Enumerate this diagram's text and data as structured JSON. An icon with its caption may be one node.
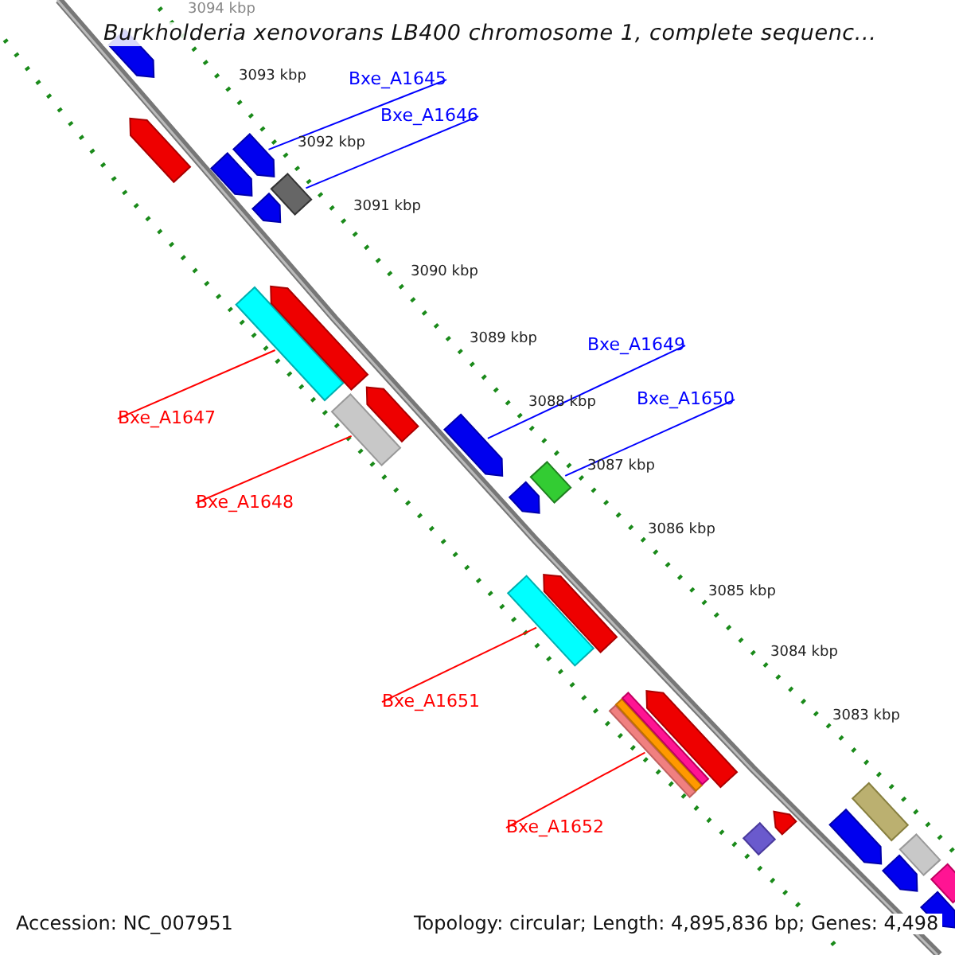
{
  "diagram": {
    "title": "Burkholderia xenovorans LB400 chromosome 1, complete sequenc...",
    "nodes": [
      {
        "text": [
          "Bxe_A1645"
        ]
      },
      {
        "text": [
          "Bxe_A1646"
        ]
      },
      {
        "text": [
          "Bxe_A1647"
        ]
      },
      {
        "text": [
          "Bxe_A1648"
        ]
      },
      {
        "text": [
          "Bxe_A1649"
        ]
      },
      {
        "text": [
          "Bxe_A1650"
        ]
      },
      {
        "text": [
          "Bxe_A1651"
        ]
      },
      {
        "text": [
          "Bxe_A1652"
        ]
      },
      {
        "text": [],
        "shape": "arrow"
      },
      {
        "text": [],
        "shape": "box"
      },
      {
        "text": [],
        "shape": "bar"
      },
      {
        "text": [],
        "shape": "bar"
      },
      {
        "text": [],
        "shape": "arrow"
      },
      {
        "text": [],
        "shape": "box"
      },
      {
        "text": [],
        "shape": "bar"
      },
      {
        "text": [],
        "shape": "bar"
      },
      {
        "text": [],
        "shape": "arrow"
      },
      {
        "text": [],
        "shape": "arrow"
      },
      {
        "text": [],
        "shape": "arrow"
      },
      {
        "text": [],
        "shape": "arrow"
      },
      {
        "text": [],
        "shape": "arrow"
      },
      {
        "text": [],
        "shape": "arrow"
      },
      {
        "text": [],
        "shape": "arrow"
      },
      {
        "text": [],
        "shape": "arrow"
      },
      {
        "text": [],
        "shape": "arrow"
      },
      {
        "text": [],
        "shape": "arrow"
      },
      {
        "text": [],
        "shape": "diamond"
      },
      {
        "text": [],
        "shape": "arrow"
      },
      {
        "text": [],
        "shape": "arrow"
      },
      {
        "text": [],
        "shape": "arrow"
      },
      {
        "text": [],
        "shape": "bar"
      },
      {
        "text": [],
        "shape": "box"
      },
      {
        "text": [],
        "shape": "box"
      }
    ],
    "edges": [
      {
        "from": 0,
        "to": 8,
        "arrow": "none"
      },
      {
        "from": 1,
        "to": 9,
        "arrow": "none"
      },
      {
        "from": 2,
        "to": 10,
        "arrow": "none",
        "color": "#ff0000"
      },
      {
        "from": 3,
        "to": 11,
        "arrow": "none",
        "color": "#ff0000"
      },
      {
        "from": 4,
        "to": 12,
        "arrow": "none"
      },
      {
        "from": 5,
        "to": 13,
        "arrow": "none"
      },
      {
        "from": 6,
        "to": 14,
        "arrow": "none",
        "color": "#ff0000"
      },
      {
        "from": 7,
        "to": 15,
        "arrow": "none",
        "color": "#ff0000"
      }
    ],
    "labels": [
      "3094 kbp",
      "3093 kbp",
      "3092 kbp",
      "3091 kbp",
      "3090 kbp",
      "3089 kbp",
      "3088 kbp",
      "3087 kbp",
      "3086 kbp",
      "3085 kbp",
      "3084 kbp",
      "3083 kbp",
      "Accession: NC_007951",
      "Topology: circular; Length: 4,895,836 bp; Genes: 4,498"
    ]
  }
}
